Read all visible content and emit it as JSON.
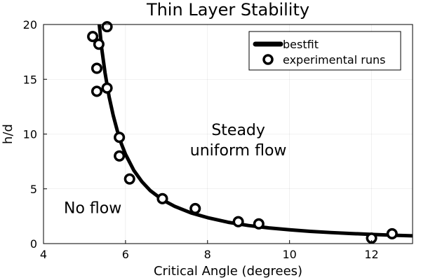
{
  "chart_data": {
    "type": "scatter",
    "title": "Thin Layer Stability",
    "xlabel": "Critical Angle (degrees)",
    "ylabel": "h/d",
    "xlim": [
      4,
      13
    ],
    "ylim": [
      0,
      20
    ],
    "xticks": [
      4,
      6,
      8,
      10,
      12
    ],
    "yticks": [
      0,
      5,
      10,
      15,
      20
    ],
    "grid": true,
    "legend_position": "top-right",
    "colors": {
      "line": "#000000",
      "marker_edge": "#000000",
      "marker_fill": "#ffffff"
    },
    "series": [
      {
        "name": "bestfit",
        "kind": "line",
        "x": [
          5.36,
          5.42,
          5.5,
          5.6,
          5.7,
          5.8,
          5.9,
          6.0,
          6.2,
          6.4,
          6.6,
          6.9,
          7.2,
          7.6,
          8.0,
          8.5,
          9.0,
          9.5,
          10.0,
          10.5,
          11.0,
          11.5,
          12.0,
          12.5,
          13.0
        ],
        "y": [
          20.0,
          17.8,
          15.6,
          13.4,
          11.7,
          10.3,
          9.1,
          8.15,
          6.7,
          5.65,
          4.85,
          4.0,
          3.4,
          2.8,
          2.37,
          1.95,
          1.65,
          1.43,
          1.26,
          1.12,
          1.01,
          0.92,
          0.84,
          0.77,
          0.71
        ]
      },
      {
        "name": "experimental runs",
        "kind": "scatter",
        "x": [
          5.2,
          5.55,
          5.35,
          5.3,
          5.3,
          5.55,
          5.85,
          5.85,
          6.1,
          6.9,
          7.7,
          8.75,
          9.25,
          12.0,
          12.5
        ],
        "y": [
          18.9,
          19.8,
          18.2,
          16.0,
          13.9,
          14.2,
          9.7,
          8.0,
          5.9,
          4.1,
          3.2,
          2.0,
          1.8,
          0.5,
          0.9
        ]
      }
    ],
    "annotations": [
      {
        "lines": [
          "Steady",
          "uniform flow"
        ],
        "x": 8.75,
        "y": 9.5
      },
      {
        "lines": [
          "No flow"
        ],
        "x": 5.2,
        "y": 3.3
      }
    ]
  }
}
